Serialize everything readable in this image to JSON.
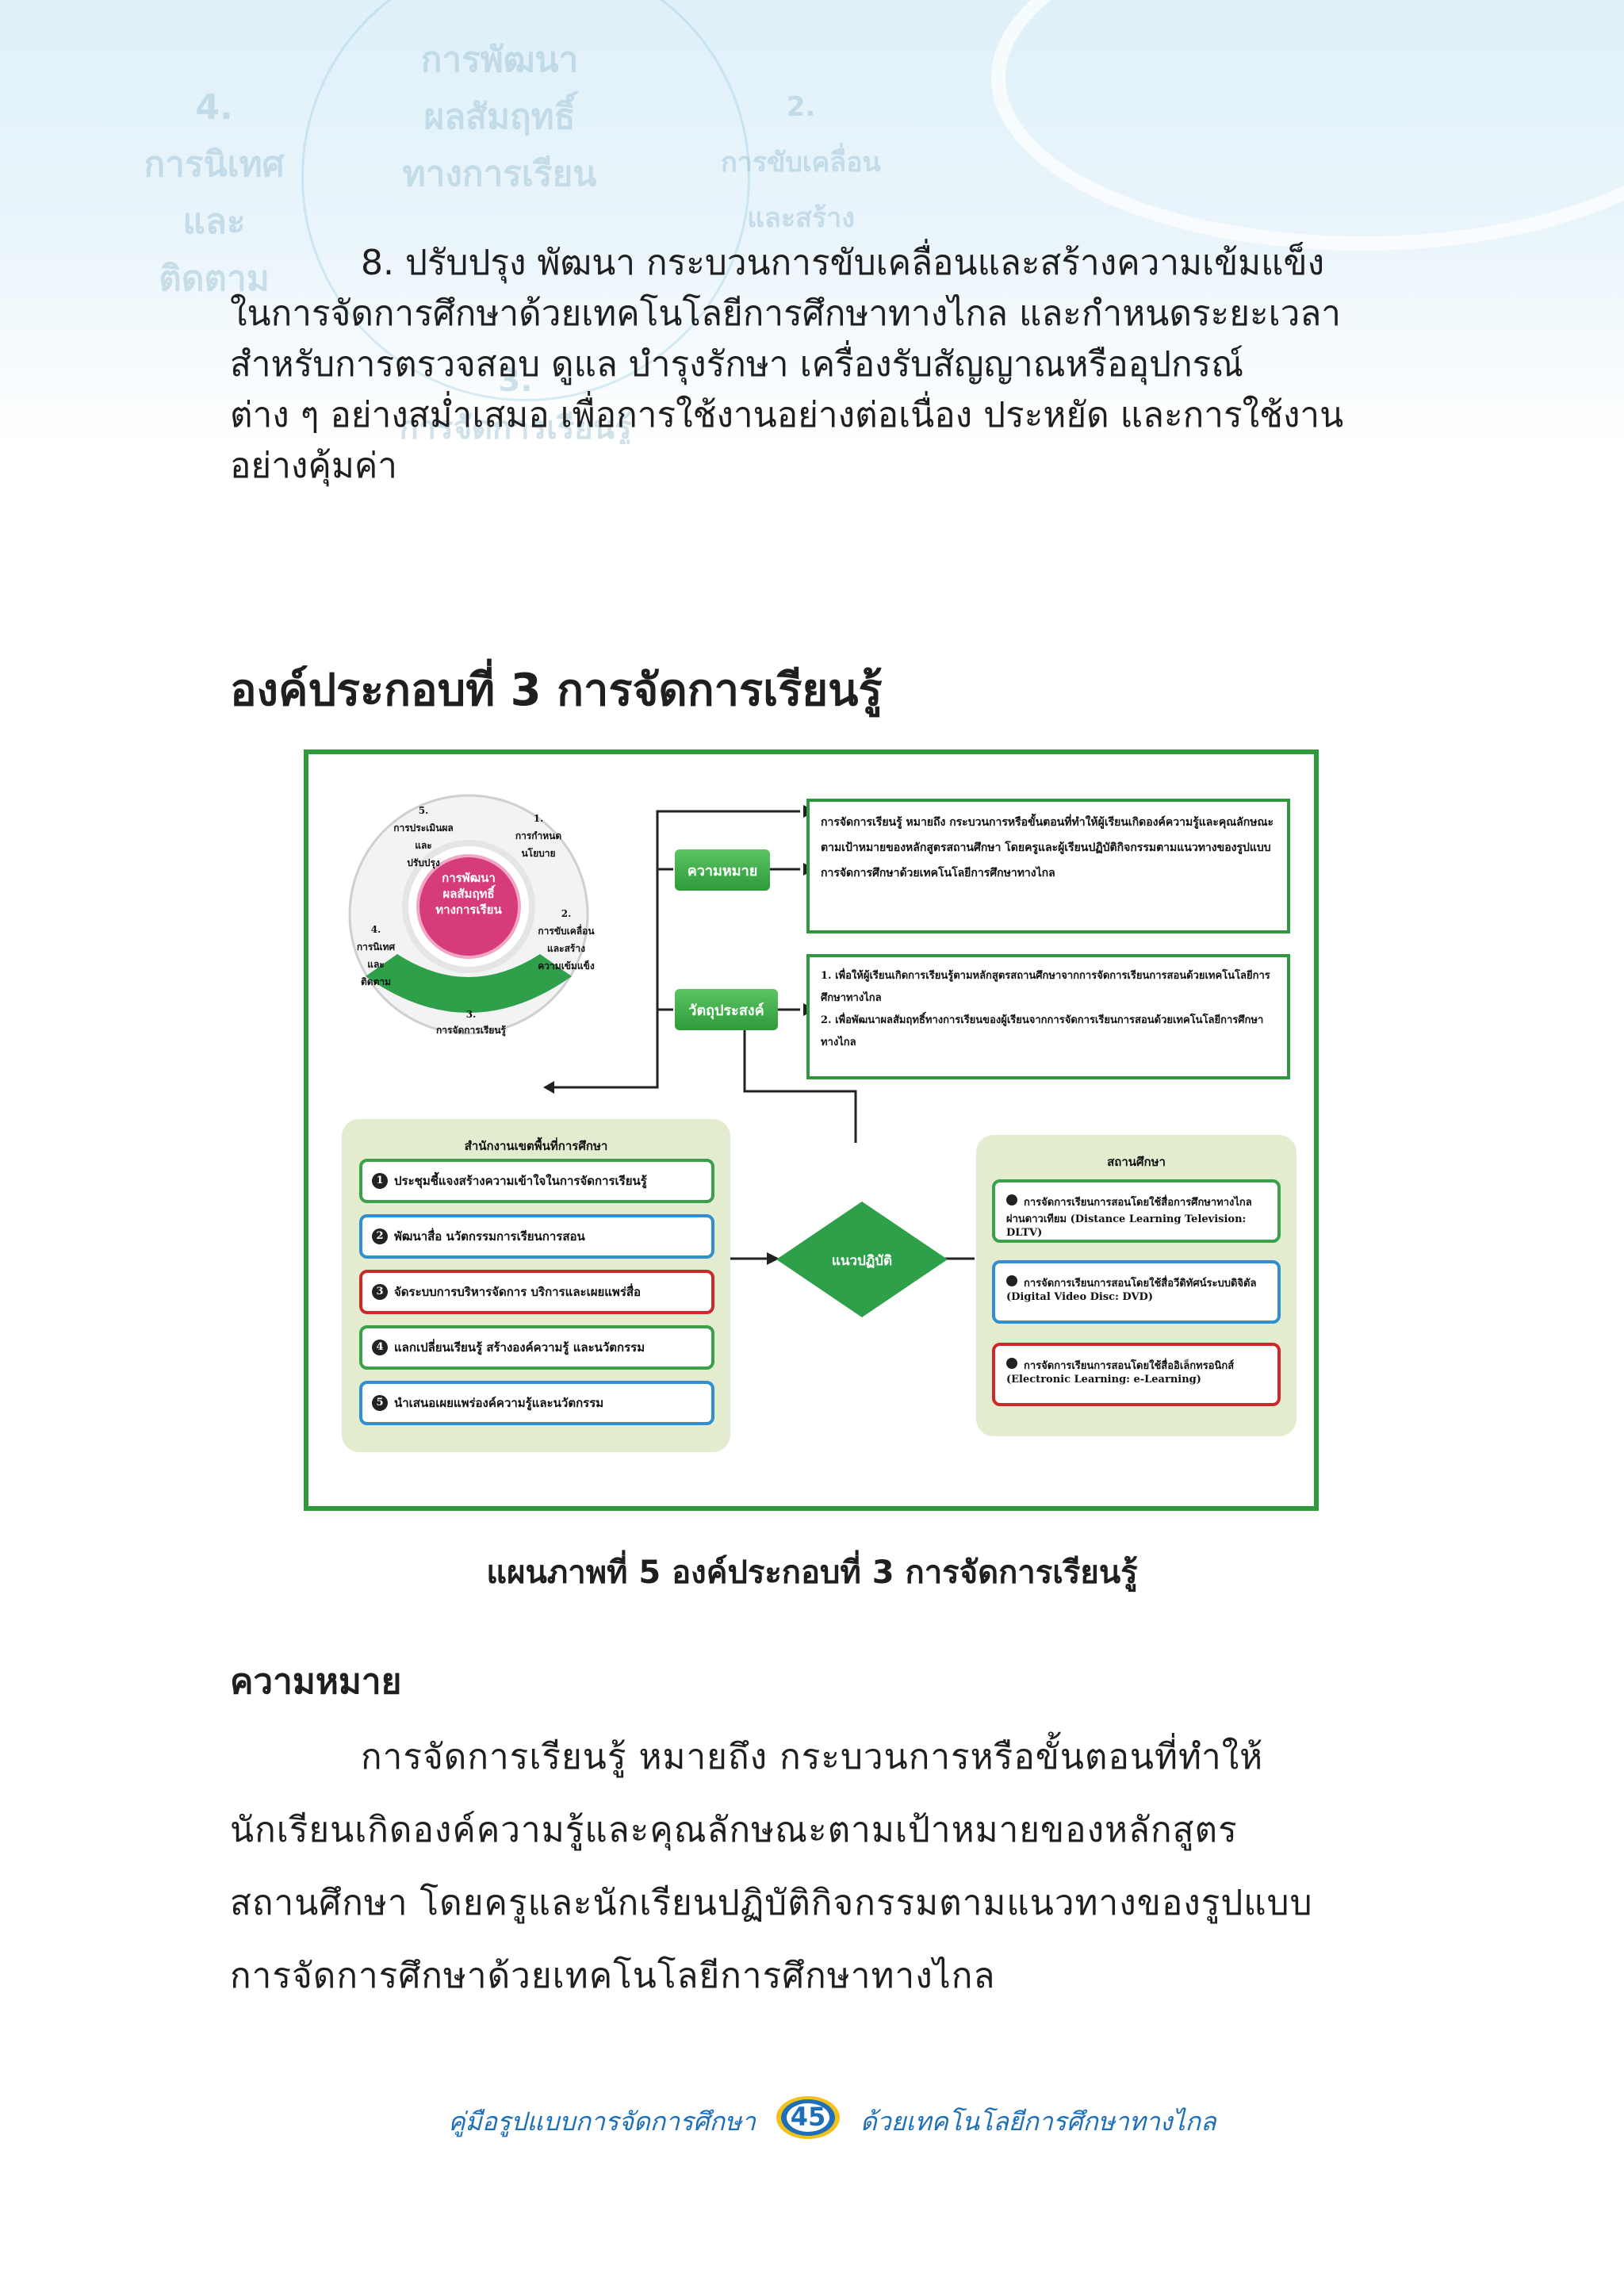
{
  "watermark": {
    "center": [
      "การพัฒนา",
      "ผลสัมฤทธิ์",
      "ทางการเรียน"
    ],
    "left": [
      "4.",
      "การนิเทศ",
      "และ",
      "ติดตาม"
    ],
    "right": [
      "2.",
      "การขับเคลื่อน",
      "และสร้าง"
    ],
    "lower": [
      "3.",
      "การจัดการเรียนรู้"
    ]
  },
  "paragraph_8": {
    "lines": [
      "8.  ปรับปรุง พัฒนา กระบวนการขับเคลื่อนและสร้างความเข้มแข็ง",
      "ในการจัดการศึกษาด้วยเทคโนโลยีการศึกษาทางไกล และกำหนดระยะเวลา",
      "สำหรับการตรวจสอบ ดูแล บำรุงรักษา เครื่องรับสัญญาณหรืออุปกรณ์",
      "ต่าง ๆ  อย่างสม่ำเสมอ เพื่อการใช้งานอย่างต่อเนื่อง ประหยัด และการใช้งาน",
      "อย่างคุ้มค่า"
    ]
  },
  "section_heading": "องค์ประกอบที่ 3 การจัดการเรียนรู้",
  "figure": {
    "cycle": {
      "center": [
        "การพัฒนา",
        "ผลสัมฤทธิ์",
        "ทางการเรียน"
      ],
      "s1": [
        "1.",
        "การกำหนด",
        "นโยบาย"
      ],
      "s2": [
        "2.",
        "การขับเคลื่อน",
        "และสร้าง",
        "ความเข้มแข็ง"
      ],
      "s3": [
        "3.",
        "การจัดการเรียนรู้"
      ],
      "s4": [
        "4.",
        "การนิเทศ",
        "และ",
        "ติดตาม"
      ],
      "s5": [
        "5.",
        "การประเมินผล",
        "และ",
        "ปรับปรุง"
      ]
    },
    "meaning_label": "ความหมาย",
    "meaning_text": "การจัดการเรียนรู้ หมายถึง กระบวนการหรือขั้นตอนที่ทำให้ผู้เรียนเกิดองค์ความรู้และคุณลักษณะตามเป้าหมายของหลักสูตรสถานศึกษา โดยครูและผู้เรียนปฏิบัติกิจกรรมตามแนวทางของรูปแบบการจัดการศึกษาด้วยเทคโนโลยีการศึกษาทางไกล",
    "objective_label": "วัตถุประสงค์",
    "objectives": [
      "1.  เพื่อให้ผู้เรียนเกิดการเรียนรู้ตามหลักสูตรสถานศึกษาจากการจัดการเรียนการสอนด้วยเทคโนโลยีการศึกษาทางไกล",
      "2.  เพื่อพัฒนาผลสัมฤทธิ์ทางการเรียนของผู้เรียนจากการจัดการเรียนการสอนด้วยเทคโนโลยีการศึกษาทางไกล"
    ],
    "practice_label": "แนวปฏิบัติ",
    "left_panel_title": "สำนักงานเขตพื้นที่การศึกษา",
    "left_items": [
      {
        "num": "1",
        "text": "ประชุมชี้แจงสร้างความเข้าใจในการจัดการเรียนรู้",
        "color": "#3aa04a"
      },
      {
        "num": "2",
        "text": "พัฒนาสื่อ นวัตกรรมการเรียนการสอน",
        "color": "#2f8fd0"
      },
      {
        "num": "3",
        "text": "จัดระบบการบริหารจัดการ บริการและเผยแพร่สื่อ",
        "color": "#cc2a2a"
      },
      {
        "num": "4",
        "text": "แลกเปลี่ยนเรียนรู้ สร้างองค์ความรู้ และนวัตกรรม",
        "color": "#3aa04a"
      },
      {
        "num": "5",
        "text": "นำเสนอเผยแพร่องค์ความรู้และนวัตกรรม",
        "color": "#2f8fd0"
      }
    ],
    "right_panel_title": "สถานศึกษา",
    "right_items": [
      {
        "text": "การจัดการเรียนการสอนโดยใช้สื่อการศึกษาทางไกลผ่านดาวเทียม",
        "sub": "(Distance Learning Television: DLTV)",
        "color": "#3aa04a"
      },
      {
        "text": "การจัดการเรียนการสอนโดยใช้สื่อวีดิทัศน์ระบบดิจิตัล",
        "sub": "(Digital Video Disc: DVD)",
        "color": "#2f8fd0"
      },
      {
        "text": "การจัดการเรียนการสอนโดยใช้สื่ออิเล็กทรอนิกส์",
        "sub": "(Electronic Learning: e-Learning)",
        "color": "#cc2a2a"
      }
    ]
  },
  "caption": "แผนภาพที่ 5  องค์ประกอบที่ 3 การจัดการเรียนรู้",
  "meaning_heading": "ความหมาย",
  "meaning_paragraph": {
    "lines": [
      "การจัดการเรียนรู้  หมายถึง  กระบวนการหรือขั้นตอนที่ทำให้",
      "นักเรียนเกิดองค์ความรู้และคุณลักษณะตามเป้าหมายของหลักสูตร",
      "สถานศึกษา  โดยครูและนักเรียนปฏิบัติกิจกรรมตามแนวทางของรูปแบบ",
      "การจัดการศึกษาด้วยเทคโนโลยีการศึกษาทางไกล"
    ]
  },
  "footer": {
    "left": "คู่มือรูปแบบการจัดการศึกษา",
    "page": "45",
    "right": "ด้วยเทคโนโลยีการศึกษาทางไกล"
  },
  "colors": {
    "accent_green": "#2f9a3c",
    "footer_blue": "#1f6fb8",
    "pink": "#d63c7a"
  }
}
